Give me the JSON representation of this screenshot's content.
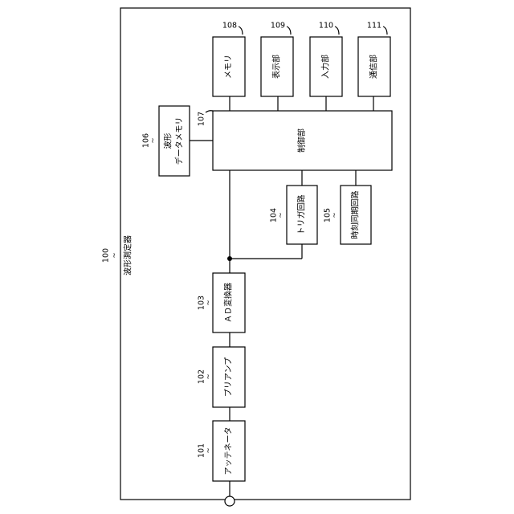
{
  "device": {
    "ref": "100",
    "title": "波形測定器"
  },
  "blocks": {
    "attenuator": {
      "ref": "101",
      "label": "アッテネータ"
    },
    "preamp": {
      "ref": "102",
      "label": "プリアンプ"
    },
    "adc": {
      "ref": "103",
      "label": "ＡＤ変換器"
    },
    "trigger": {
      "ref": "104",
      "label": "トリガ回路"
    },
    "time_sync": {
      "ref": "105",
      "label": "時刻同期回路"
    },
    "waveform_memory": {
      "ref": "106",
      "label_line1": "波形",
      "label_line2": "データメモリ"
    },
    "controller": {
      "ref": "107",
      "label": "制御部"
    },
    "memory": {
      "ref": "108",
      "label": "メモリ"
    },
    "display": {
      "ref": "109",
      "label": "表示部"
    },
    "input": {
      "ref": "110",
      "label": "入力部"
    },
    "comm": {
      "ref": "111",
      "label": "通信部"
    }
  }
}
